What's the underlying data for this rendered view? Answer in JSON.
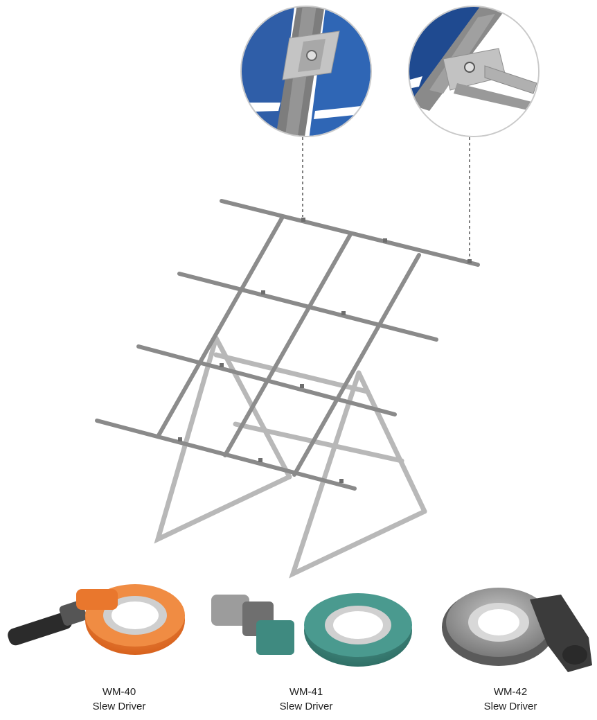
{
  "colors": {
    "frame": "#8c8c8c",
    "frame_light": "#b5b5b5",
    "panel_blue": "#2f5ea8",
    "panel_blue_dark": "#1f4a90",
    "drive_orange": "#e9772d",
    "drive_teal": "#3f8a80",
    "drive_dark": "#4a4a4a"
  },
  "icons": [
    "clamp-detail-icon",
    "end-clamp-detail-icon"
  ],
  "products": [
    {
      "model": "WM-40",
      "name": "Slew Driver"
    },
    {
      "model": "WM-41",
      "name": "Slew Driver"
    },
    {
      "model": "WM-42",
      "name": "Slew Driver"
    }
  ]
}
